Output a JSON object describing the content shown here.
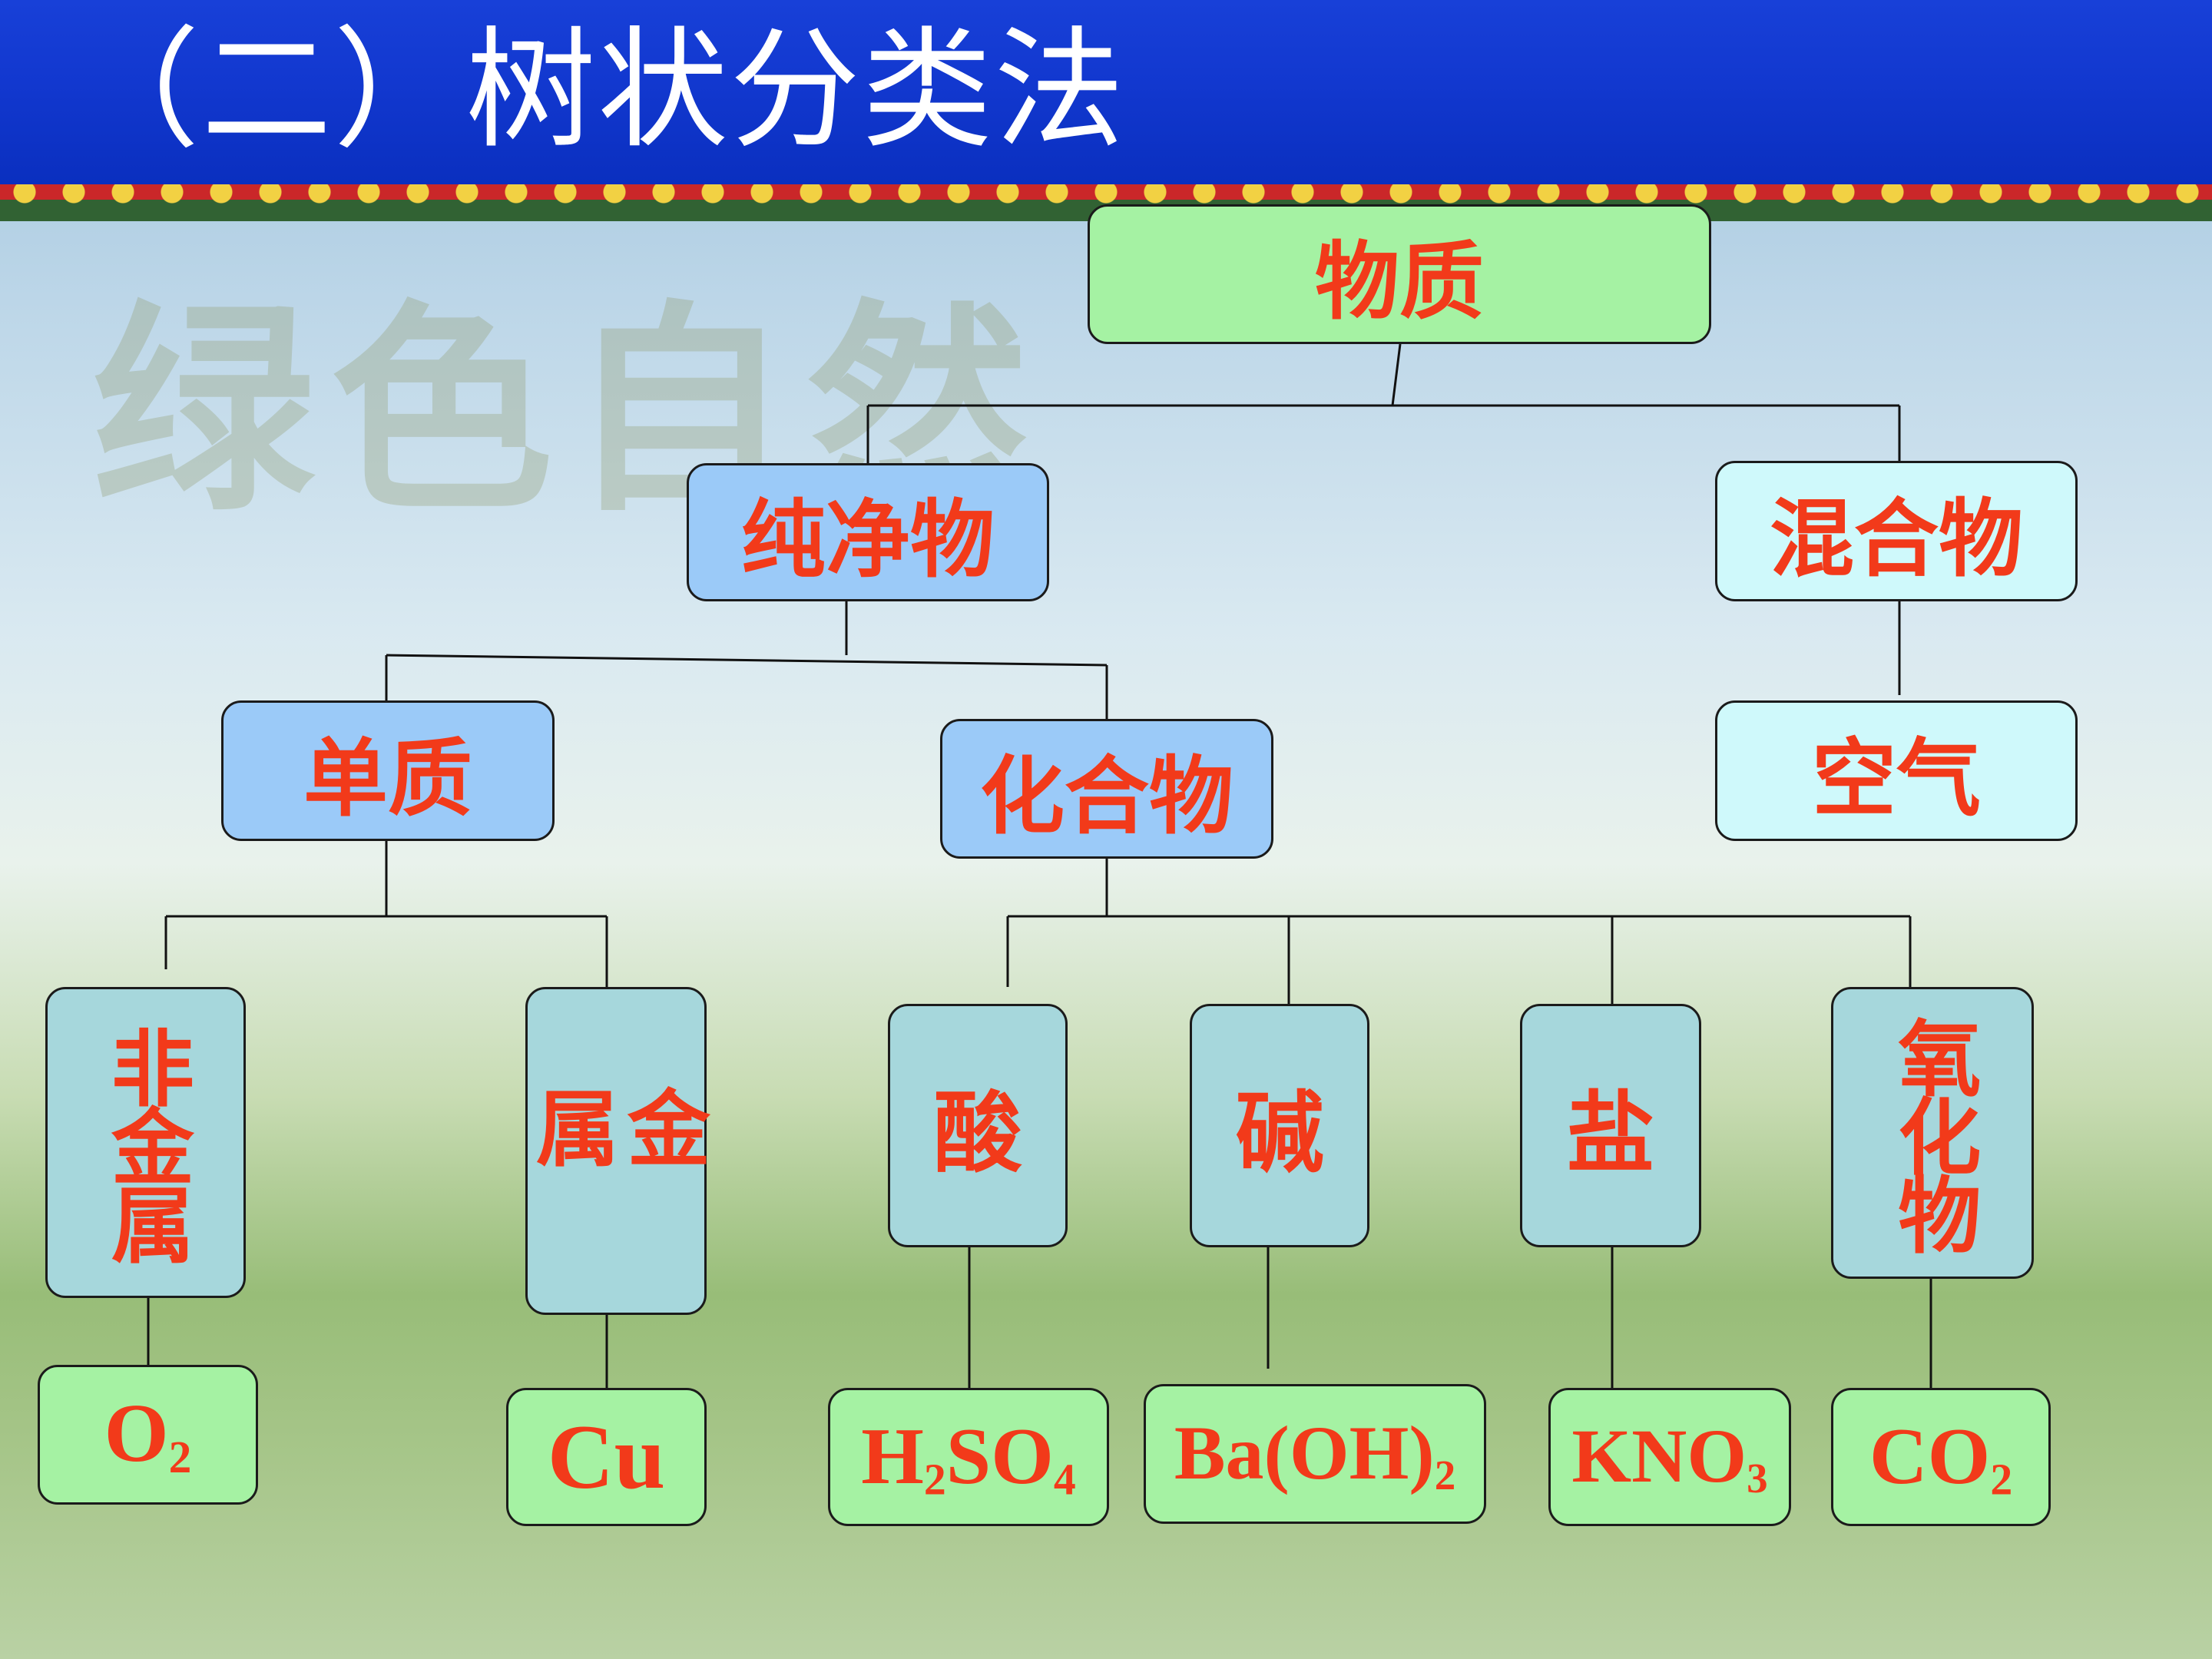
{
  "title": "（二）树状分类法",
  "watermark": "绿色自然",
  "tree": {
    "root": "物质",
    "pure": "纯净物",
    "mixture": "混合物",
    "element": "单质",
    "compound": "化合物",
    "air": "空气",
    "nonmetal": "非金属",
    "metal": "金属",
    "acid": "酸",
    "base": "碱",
    "salt": "盐",
    "oxide": "氧化物"
  },
  "examples": {
    "o2": {
      "base": "O",
      "sub": "2"
    },
    "cu": {
      "base": "Cu"
    },
    "h2so4": {
      "p1": "H",
      "s1": "2",
      "p2": "SO",
      "s2": "4"
    },
    "baoh2": {
      "p1": "Ba(OH)",
      "s1": "2"
    },
    "kno3": {
      "p1": "KNO",
      "s1": "3"
    },
    "co2": {
      "p1": "CO",
      "s1": "2"
    }
  }
}
